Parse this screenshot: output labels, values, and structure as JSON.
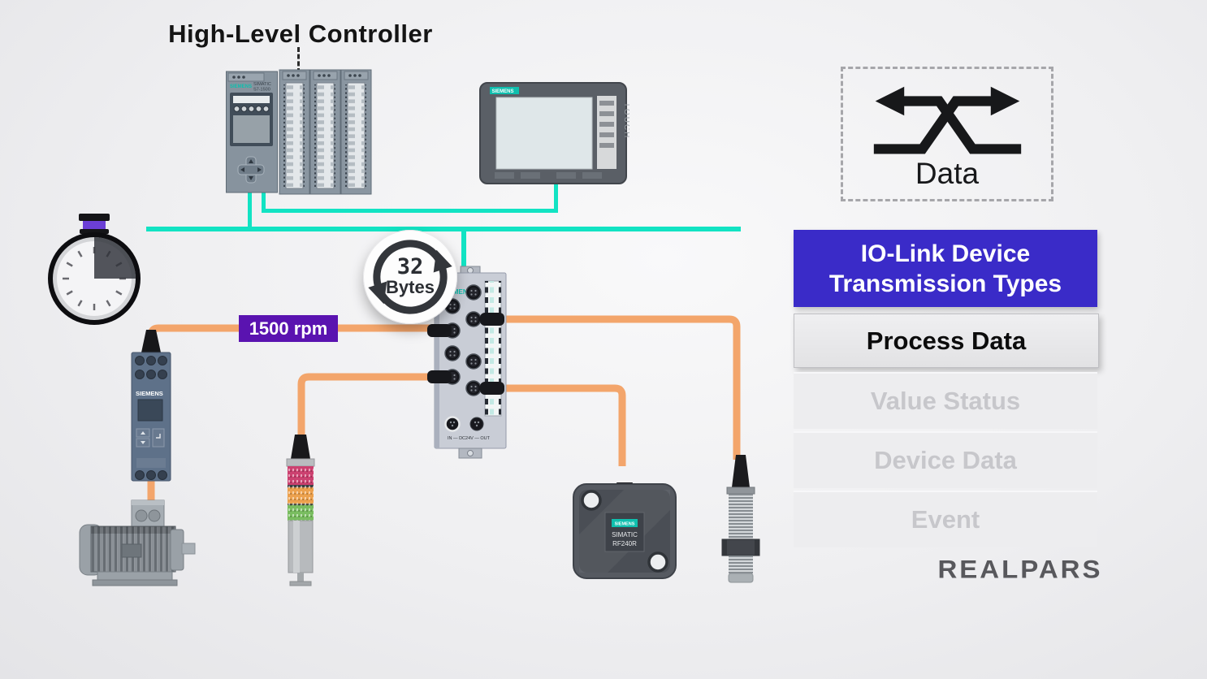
{
  "title": "High-Level Controller",
  "badges": {
    "rpm": "1500 rpm",
    "cycle_value": "32",
    "cycle_unit": "Bytes"
  },
  "data_flow": {
    "label": "Data"
  },
  "transmission_panel": {
    "header_line1": "IO-Link Device",
    "header_line2": "Transmission Types",
    "items": [
      {
        "label": "Process Data",
        "state": "active"
      },
      {
        "label": "Value Status",
        "state": "inactive"
      },
      {
        "label": "Device Data",
        "state": "inactive"
      },
      {
        "label": "Event",
        "state": "inactive"
      }
    ]
  },
  "devices": {
    "plc": {
      "brand": "SIEMENS",
      "model_line1": "SIMATIC",
      "model_line2": "S7-1500"
    },
    "hmi": {
      "brand": "SIEMENS",
      "label": "TOUCH"
    },
    "relay": {
      "brand": "SIEMENS"
    },
    "io_link_master": {
      "brand": "SIEMENS",
      "ports_label": "IN — DC24V — OUT"
    },
    "rfid_reader": {
      "brand": "SIEMENS",
      "line1": "SIMATIC",
      "line2": "RF240R"
    }
  },
  "logo": "REALPARS",
  "colors": {
    "network_teal": "#12e3c3",
    "cable_orange": "#f3a56b",
    "header_blue": "#3a2bc8",
    "rpm_purple": "#5a13b0",
    "siemens_teal": "#0fbfae"
  }
}
